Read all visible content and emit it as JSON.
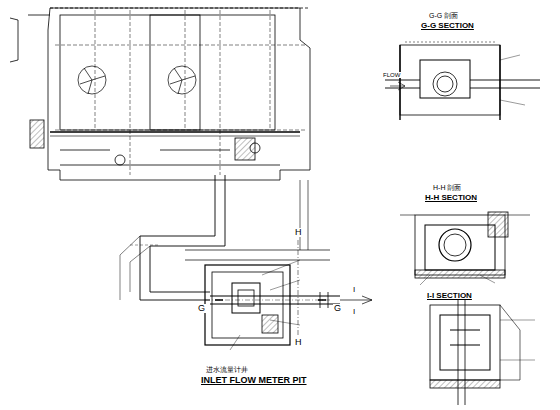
{
  "diagram": {
    "labels": [
      "G-G 剖面",
      "G-G SECTION",
      "FLOW",
      "H-H 剖面",
      "H-H SECTION",
      "I-I SECTION",
      "进水流量计井",
      "INLET FLOW METER PIT",
      "G",
      "G",
      "H",
      "H",
      "I",
      "I"
    ]
  }
}
